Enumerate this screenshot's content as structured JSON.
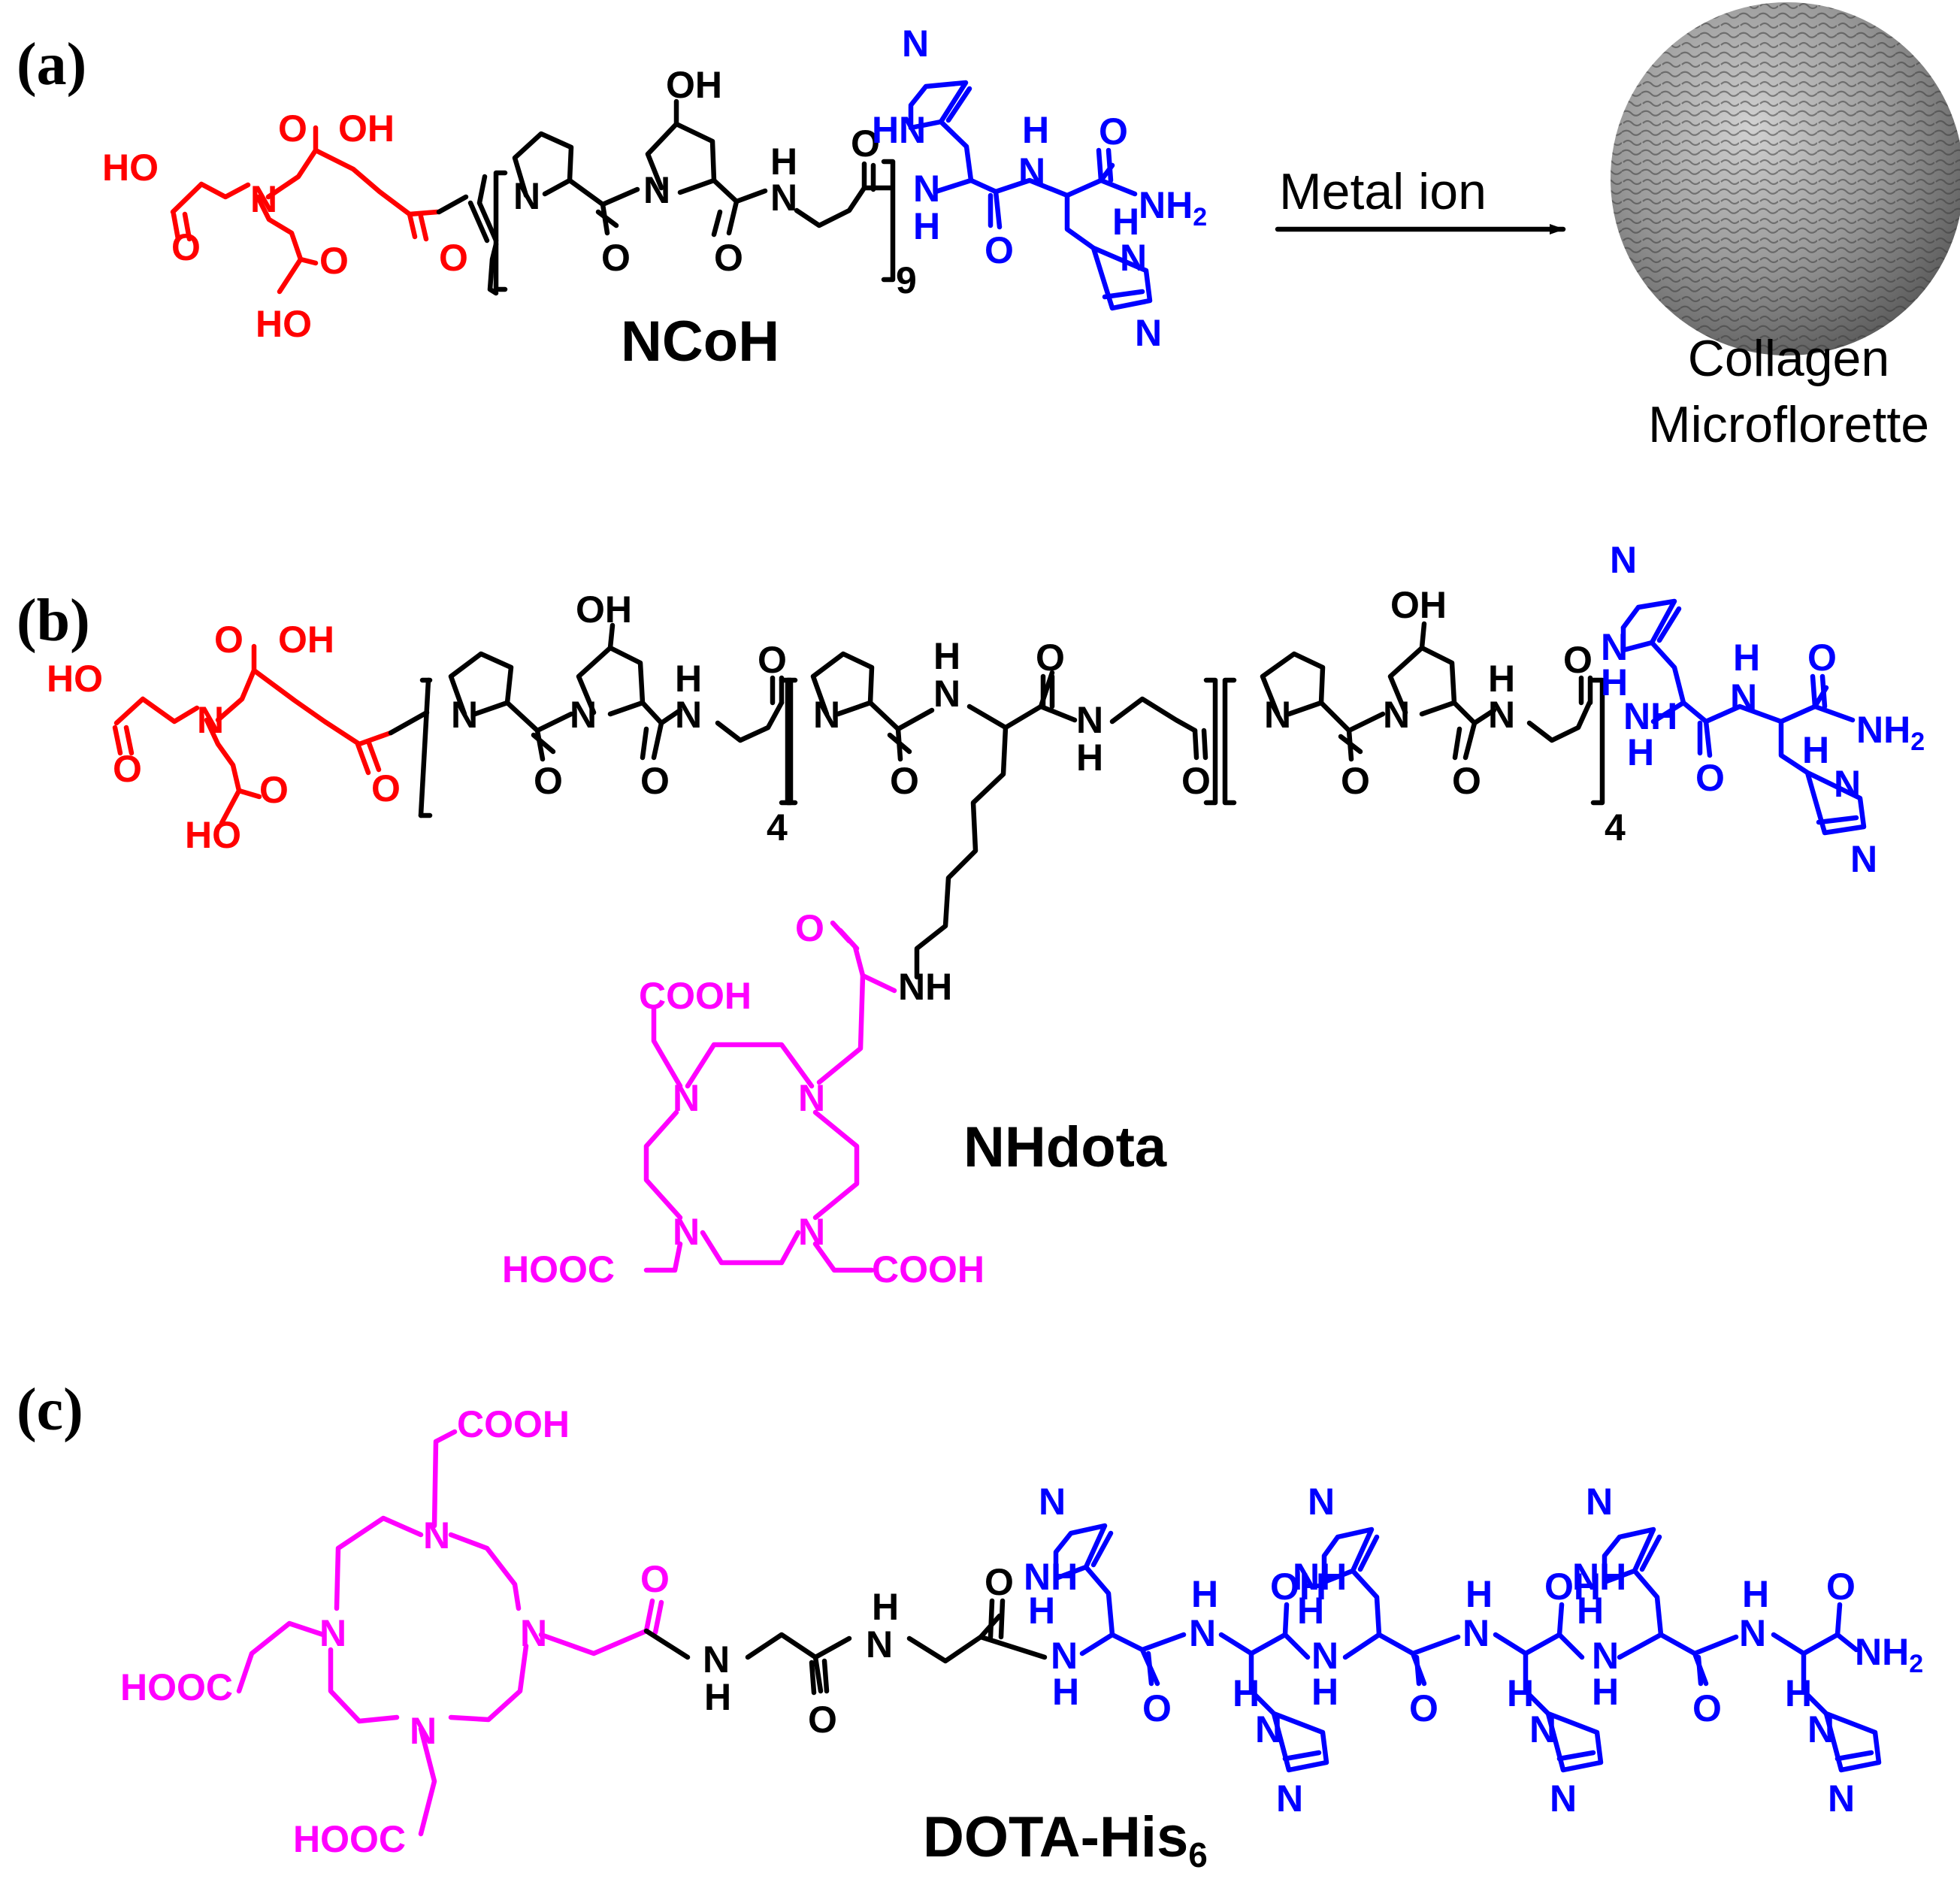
{
  "panels": {
    "a": {
      "label": "(a)",
      "compound": "NCoH",
      "repeat": "9"
    },
    "b": {
      "label": "(b)",
      "compound": "NHdota",
      "repeat1": "4",
      "repeat2": "4"
    },
    "c": {
      "label": "(c)",
      "compound_base": "DOTA-His",
      "compound_sub": "6"
    }
  },
  "reaction": {
    "arrow_label": "Metal ion",
    "product_line1": "Collagen",
    "product_line2": "Microflorette"
  },
  "atoms": {
    "oh": "OH",
    "ho": "HO",
    "o": "O",
    "n": "N",
    "h": "H",
    "nh": "NH",
    "nh2_base": "NH",
    "nh2_sub": "2",
    "cooh": "COOH",
    "hooc": "HOOC"
  },
  "colors": {
    "nta": "#ff0000",
    "collagen": "#000000",
    "histidine": "#0000ff",
    "dota": "#ff00ff",
    "microflorette": "#8a8a8a"
  }
}
